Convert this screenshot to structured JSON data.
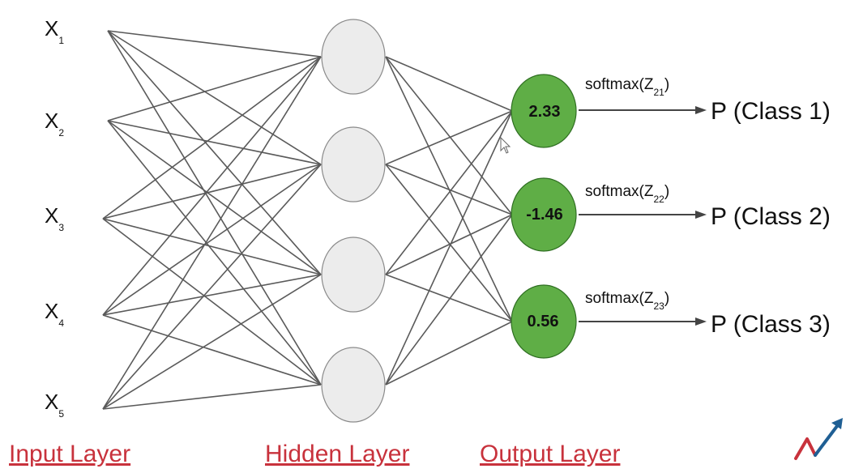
{
  "inputs": [
    {
      "label": "X",
      "sub": "1"
    },
    {
      "label": "X",
      "sub": "2"
    },
    {
      "label": "X",
      "sub": "3"
    },
    {
      "label": "X",
      "sub": "4"
    },
    {
      "label": "X",
      "sub": "5"
    }
  ],
  "hidden_count": 4,
  "outputs": [
    {
      "value": "2.33",
      "fn": "softmax(Z",
      "sub": "21",
      "close": ")",
      "result": "P (Class 1)"
    },
    {
      "value": "-1.46",
      "fn": "softmax(Z",
      "sub": "22",
      "close": ")",
      "result": "P (Class 2)"
    },
    {
      "value": "0.56",
      "fn": "softmax(Z",
      "sub": "23",
      "close": ")",
      "result": "P (Class 3)"
    }
  ],
  "layers": {
    "input": "Input Layer",
    "hidden": "Hidden Layer",
    "output": "Output Layer"
  },
  "colors": {
    "layer_title": "#c8323c",
    "output_node": "#5fae46",
    "logo_red": "#c8323c",
    "logo_blue": "#1f5f94"
  },
  "icons": {
    "cursor": "pointer-cursor-icon",
    "logo": "brand-logo-icon"
  }
}
